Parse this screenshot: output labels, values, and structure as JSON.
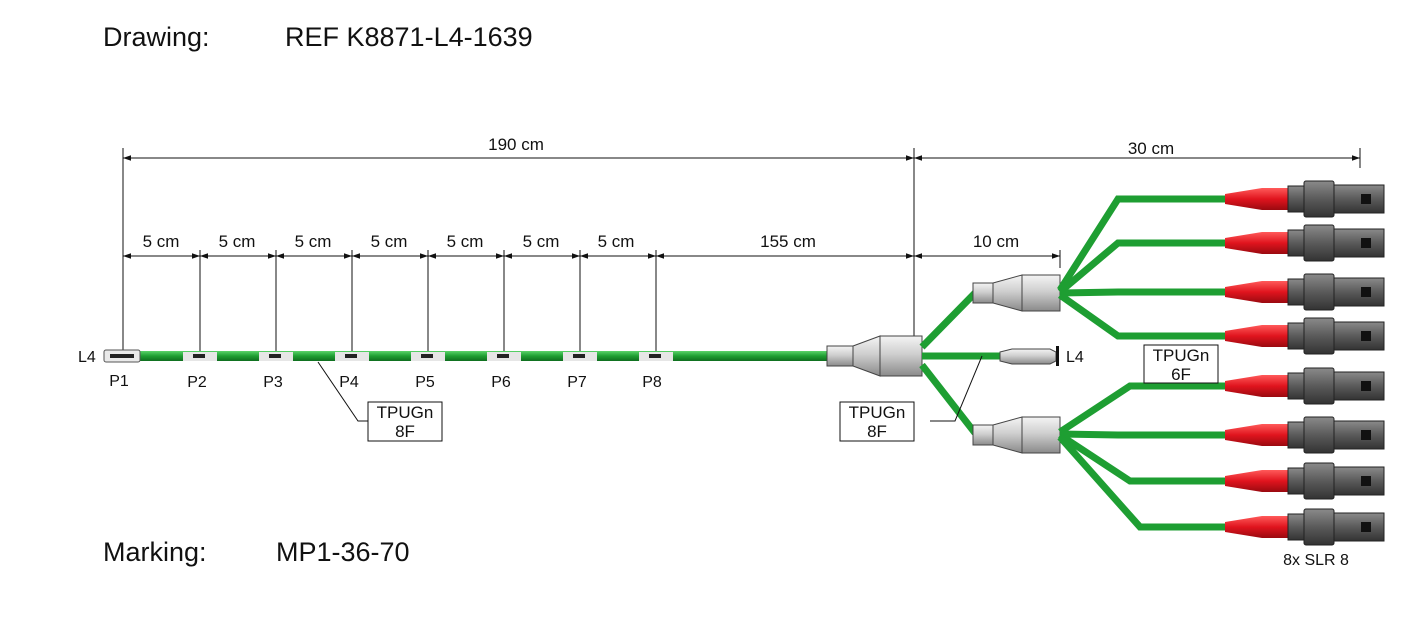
{
  "header": {
    "drawing_label": "Drawing:",
    "drawing_value": "REF K8871-L4-1639",
    "marking_label": "Marking:",
    "marking_value": "MP1-36-70"
  },
  "dimensions": {
    "total": "190 cm",
    "tail": "30 cm",
    "segments": [
      "5 cm",
      "5 cm",
      "5 cm",
      "5 cm",
      "5 cm",
      "5 cm",
      "5 cm",
      "155 cm"
    ],
    "breakout": "10 cm"
  },
  "probes": [
    "P1",
    "P2",
    "P3",
    "P4",
    "P5",
    "P6",
    "P7",
    "P8"
  ],
  "labels": {
    "l4_left": "L4",
    "l4_right": "L4",
    "connectors": "8x SLR 8"
  },
  "cables": [
    {
      "line1": "TPUGn",
      "line2": "8F"
    },
    {
      "line1": "TPUGn",
      "line2": "8F"
    },
    {
      "line1": "TPUGn",
      "line2": "6F"
    }
  ],
  "colors": {
    "cable": "#1e9e32",
    "cable_dark": "#0f6e1f",
    "boot": "#e0141e",
    "connector": "#555555",
    "shell": "#cfcfcf"
  }
}
